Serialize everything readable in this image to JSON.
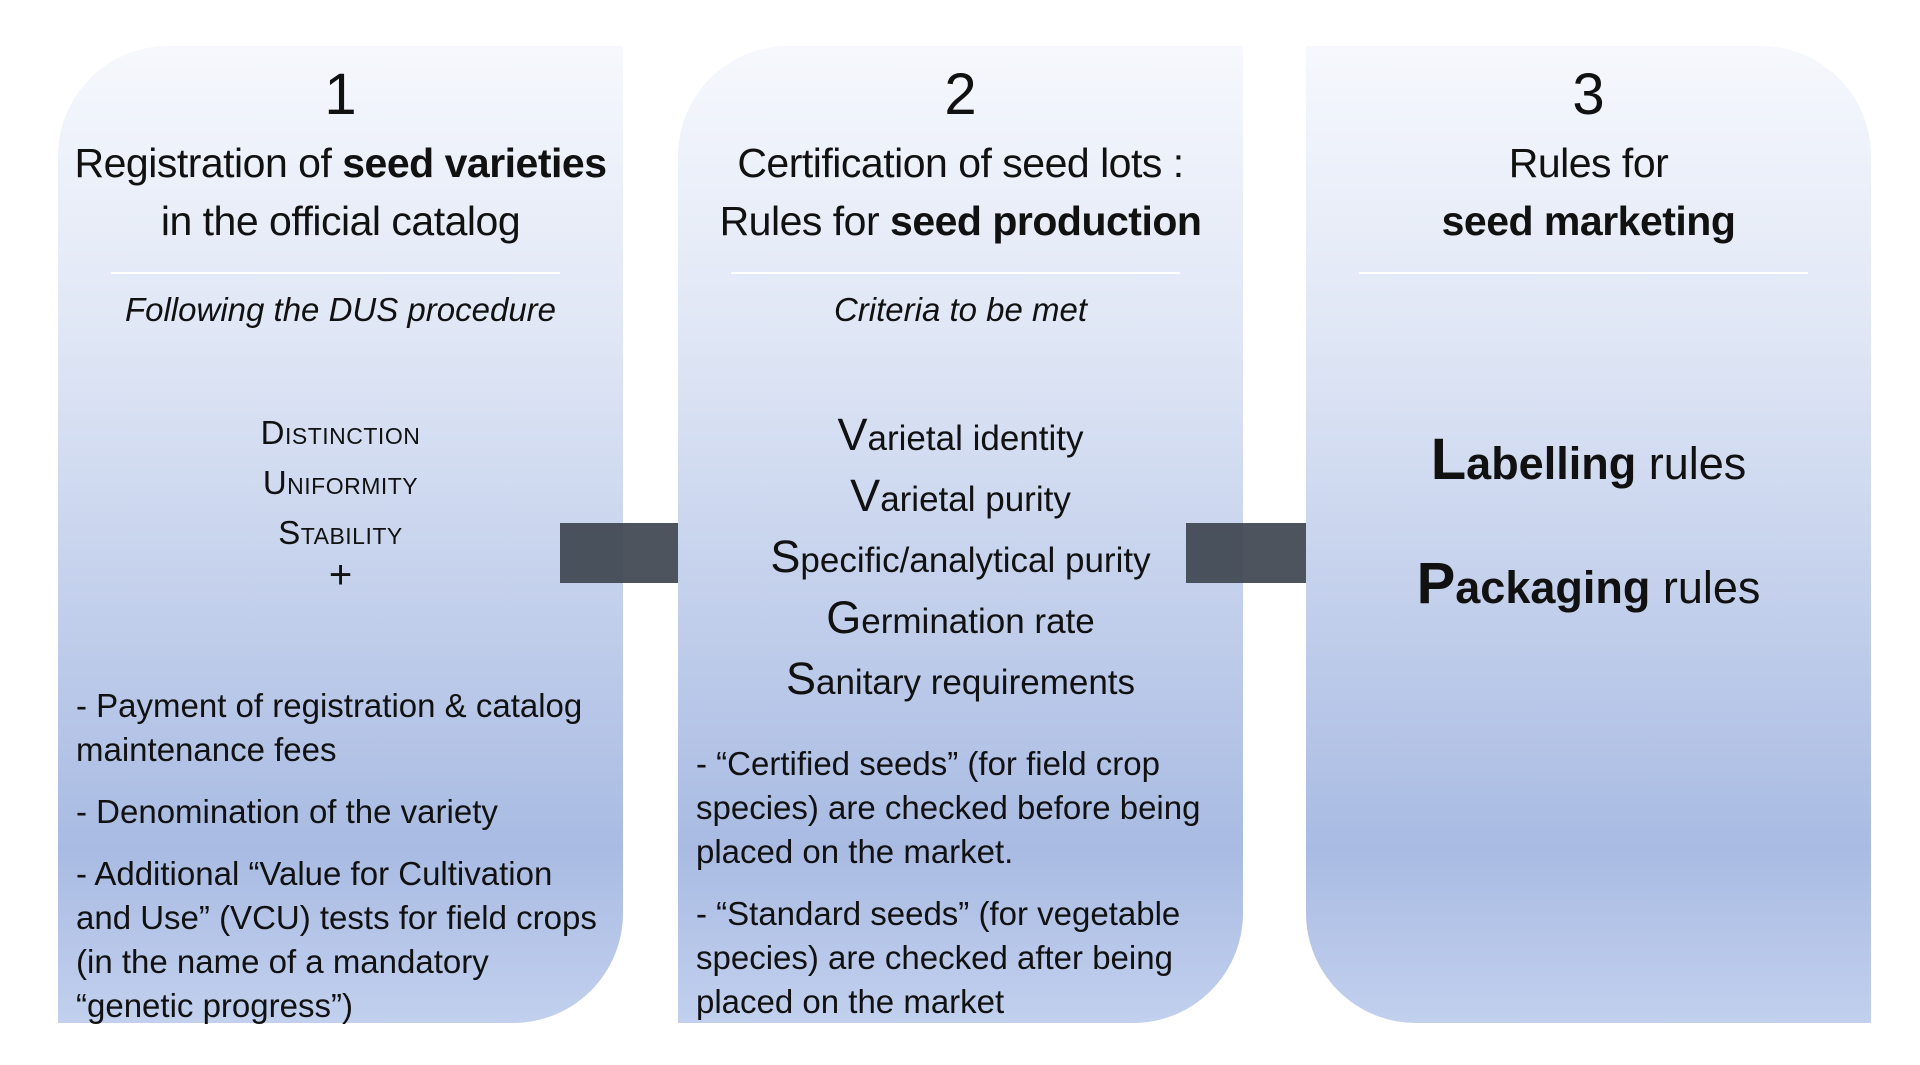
{
  "steps": [
    {
      "number": "1",
      "title_line1_plain": "Registration of ",
      "title_line1_bold": "seed varieties",
      "title_line2": "in the official catalog",
      "subtitle": "Following the DUS procedure",
      "criteria": [
        "Distinction",
        "Uniformity",
        "Stability"
      ],
      "plus": "+",
      "notes": [
        "- Payment of registration & catalog maintenance fees",
        "- Denomination of the variety",
        "- Additional “Value for Cultivation and Use” (VCU) tests for field crops (in the name of a mandatory “genetic progress”)"
      ]
    },
    {
      "number": "2",
      "title_line1": "Certification of seed lots :",
      "title_line2_plain": "Rules for ",
      "title_line2_bold": "seed production",
      "subtitle": "Criteria to be met",
      "criteria": [
        {
          "initial": "V",
          "rest": "arietal identity"
        },
        {
          "initial": "V",
          "rest": "arietal purity"
        },
        {
          "initial": "S",
          "rest": "pecific/analytical purity"
        },
        {
          "initial": "G",
          "rest": "ermination rate"
        },
        {
          "initial": "S",
          "rest": "anitary requirements"
        }
      ],
      "notes": [
        "- “Certified seeds” (for field crop species) are checked before being placed on the market.",
        "- “Standard seeds” (for vegetable species) are checked after being placed on the market"
      ]
    },
    {
      "number": "3",
      "title_line1": "Rules for",
      "title_line2_bold": "seed marketing",
      "rules": [
        {
          "initial": "L",
          "bold_rest": "abelling",
          "plain": " rules"
        },
        {
          "initial": "P",
          "bold_rest": "ackaging",
          "plain": " rules"
        }
      ]
    }
  ],
  "colors": {
    "panel_top": "#f6f8fd",
    "panel_bottom": "#a9bbe3",
    "arrow": "#3f4752",
    "text": "#111111"
  },
  "icons": [
    "arrow-right-icon",
    "arrow-right-icon"
  ]
}
